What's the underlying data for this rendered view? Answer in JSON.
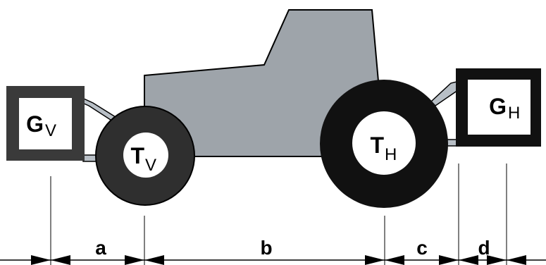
{
  "front_weight": {
    "main": "G",
    "sub": "V"
  },
  "rear_weight": {
    "main": "G",
    "sub": "H"
  },
  "front_tire": {
    "main": "T",
    "sub": "V"
  },
  "rear_tire": {
    "main": "T",
    "sub": "H"
  },
  "dimensions": {
    "a": "a",
    "b": "b",
    "c": "c",
    "d": "d"
  },
  "colors": {
    "body": "#9ea4aa",
    "tire": "#2f2f2f",
    "rear_tire": "#111111",
    "hub": "#ffffff",
    "weight_frame": "#3a3a3a",
    "link": "#b8bfc6",
    "line": "#000000"
  }
}
